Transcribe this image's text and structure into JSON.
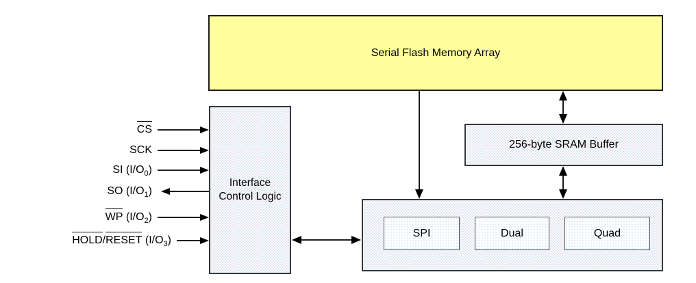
{
  "diagram": {
    "memory_block": {
      "label": "Serial Flash Memory Array"
    },
    "sram_block": {
      "label": "256-byte SRAM Buffer"
    },
    "interface_block": {
      "label": "Interface Control Logic"
    },
    "modes_block": {
      "modes": [
        "SPI",
        "Dual",
        "Quad"
      ]
    },
    "signals": [
      {
        "name": "CS",
        "direction": "input",
        "segments": [
          {
            "text": "CS",
            "overline": true
          }
        ]
      },
      {
        "name": "SCK",
        "direction": "input",
        "segments": [
          {
            "text": "SCK"
          }
        ]
      },
      {
        "name": "SI",
        "direction": "input",
        "segments": [
          {
            "text": "SI (I/O"
          },
          {
            "text": "0",
            "subscript": true
          },
          {
            "text": ")"
          }
        ]
      },
      {
        "name": "SO",
        "direction": "output",
        "segments": [
          {
            "text": "SO (I/O"
          },
          {
            "text": "1",
            "subscript": true
          },
          {
            "text": ")"
          }
        ]
      },
      {
        "name": "WP",
        "direction": "input",
        "segments": [
          {
            "text": "WP",
            "overline": true
          },
          {
            "text": " (I/O"
          },
          {
            "text": "2",
            "subscript": true
          },
          {
            "text": ")"
          }
        ]
      },
      {
        "name": "HOLD/RESET",
        "direction": "input",
        "segments": [
          {
            "text": "HOLD",
            "overline": true
          },
          {
            "text": "/"
          },
          {
            "text": "RESET",
            "overline": true
          },
          {
            "text": " (I/O"
          },
          {
            "text": "3",
            "subscript": true
          },
          {
            "text": ")"
          }
        ]
      }
    ],
    "colors": {
      "memory_fill": "#ffff9e",
      "block_dot": "#c9e2ef",
      "block_dot2": "#eedae6",
      "border_dark": "#35383c",
      "line": "#000000"
    }
  }
}
